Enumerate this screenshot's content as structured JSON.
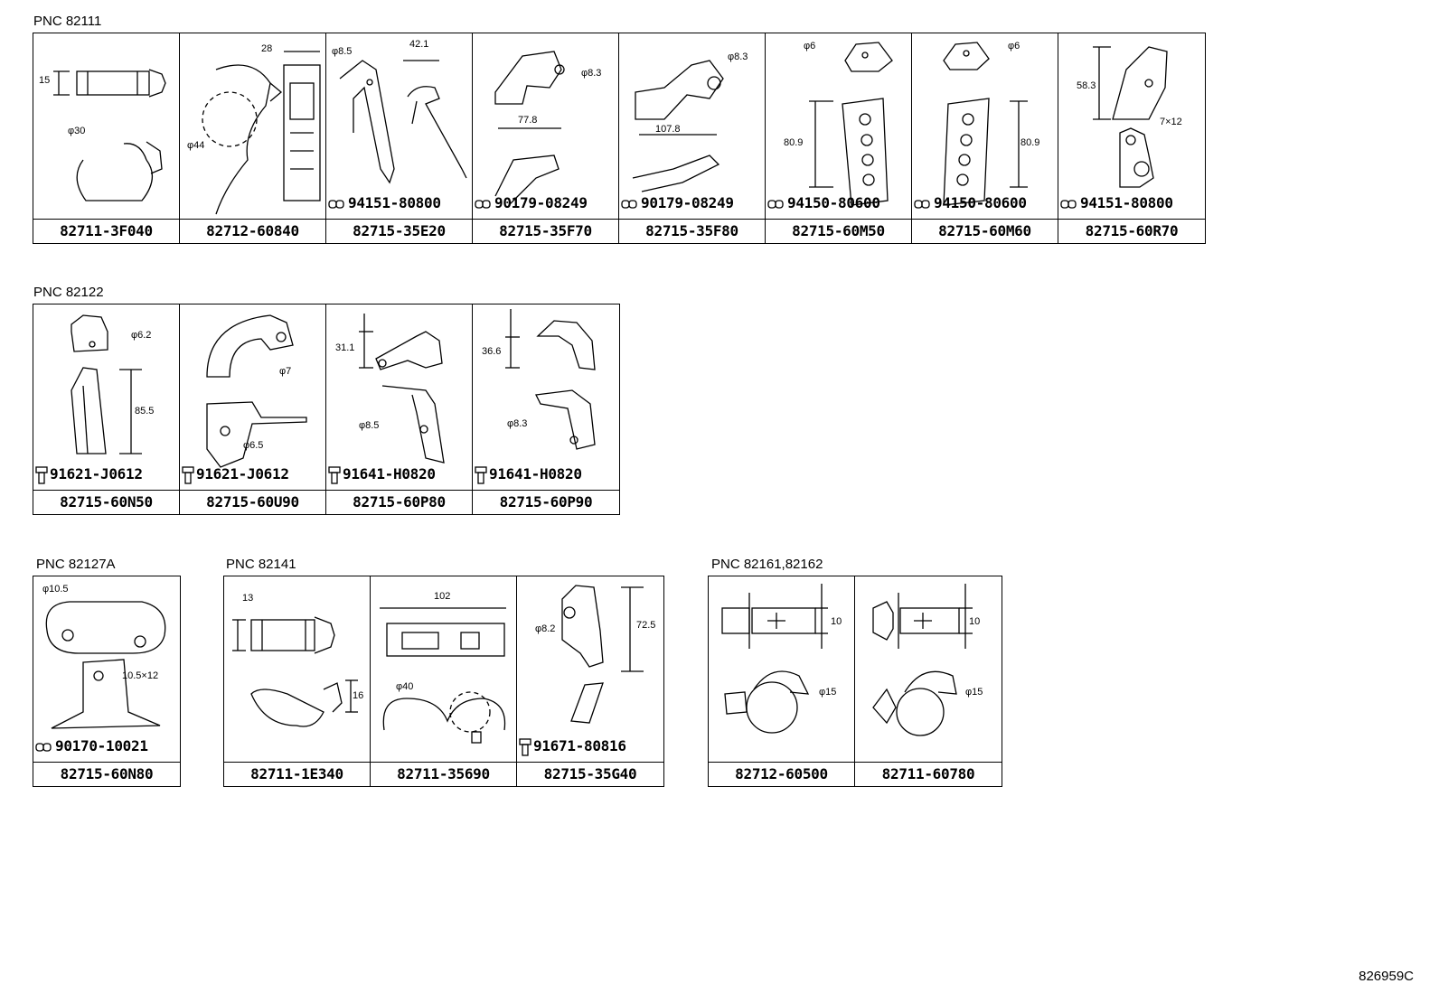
{
  "groups": [
    {
      "pnc": "PNC 82111",
      "cells": [
        {
          "part": "82711-3F040",
          "sub": "",
          "dims": [
            "15",
            "φ30"
          ]
        },
        {
          "part": "82712-60840",
          "sub": "",
          "dims": [
            "28",
            "φ44"
          ]
        },
        {
          "part": "82715-35E20",
          "sub": "94151-80800",
          "sub_icon": "washer",
          "dims": [
            "φ8.5",
            "42.1"
          ]
        },
        {
          "part": "82715-35F70",
          "sub": "90179-08249",
          "sub_icon": "washer",
          "dims": [
            "φ8.3",
            "77.8"
          ]
        },
        {
          "part": "82715-35F80",
          "sub": "90179-08249",
          "sub_icon": "washer",
          "dims": [
            "φ8.3",
            "107.8"
          ]
        },
        {
          "part": "82715-60M50",
          "sub": "94150-80600",
          "sub_icon": "washer",
          "dims": [
            "φ6",
            "80.9"
          ]
        },
        {
          "part": "82715-60M60",
          "sub": "94150-80600",
          "sub_icon": "washer",
          "dims": [
            "φ6",
            "80.9"
          ]
        },
        {
          "part": "82715-60R70",
          "sub": "94151-80800",
          "sub_icon": "washer",
          "dims": [
            "58.3",
            "7×12"
          ]
        }
      ]
    },
    {
      "pnc": "PNC 82122",
      "cells": [
        {
          "part": "82715-60N50",
          "sub": "91621-J0612",
          "sub_icon": "bolt",
          "dims": [
            "φ6.2",
            "85.5"
          ]
        },
        {
          "part": "82715-60U90",
          "sub": "91621-J0612",
          "sub_icon": "bolt",
          "dims": [
            "φ7",
            "φ6.5"
          ]
        },
        {
          "part": "82715-60P80",
          "sub": "91641-H0820",
          "sub_icon": "bolt",
          "dims": [
            "31.1",
            "φ8.5"
          ]
        },
        {
          "part": "82715-60P90",
          "sub": "91641-H0820",
          "sub_icon": "bolt",
          "dims": [
            "36.6",
            "φ8.3"
          ]
        }
      ]
    },
    {
      "pnc": "PNC 82127A",
      "cells": [
        {
          "part": "82715-60N80",
          "sub": "90170-10021",
          "sub_icon": "washer",
          "dims": [
            "φ10.5",
            "10.5×12"
          ]
        }
      ]
    },
    {
      "pnc": "PNC 82141",
      "cells": [
        {
          "part": "82711-1E340",
          "sub": "",
          "dims": [
            "13",
            "16"
          ]
        },
        {
          "part": "82711-35690",
          "sub": "",
          "dims": [
            "102",
            "φ40"
          ]
        },
        {
          "part": "82715-35G40",
          "sub": "91671-80816",
          "sub_icon": "bolt",
          "dims": [
            "φ8.2",
            "72.5"
          ]
        }
      ]
    },
    {
      "pnc": "PNC 82161,82162",
      "cells": [
        {
          "part": "82712-60500",
          "sub": "",
          "dims": [
            "10",
            "φ15"
          ]
        },
        {
          "part": "82711-60780",
          "sub": "",
          "dims": [
            "10",
            "φ15"
          ]
        }
      ]
    }
  ],
  "diagram_code": "826959C",
  "icons": {
    "washer": "washer-icon",
    "bolt": "bolt-icon"
  }
}
